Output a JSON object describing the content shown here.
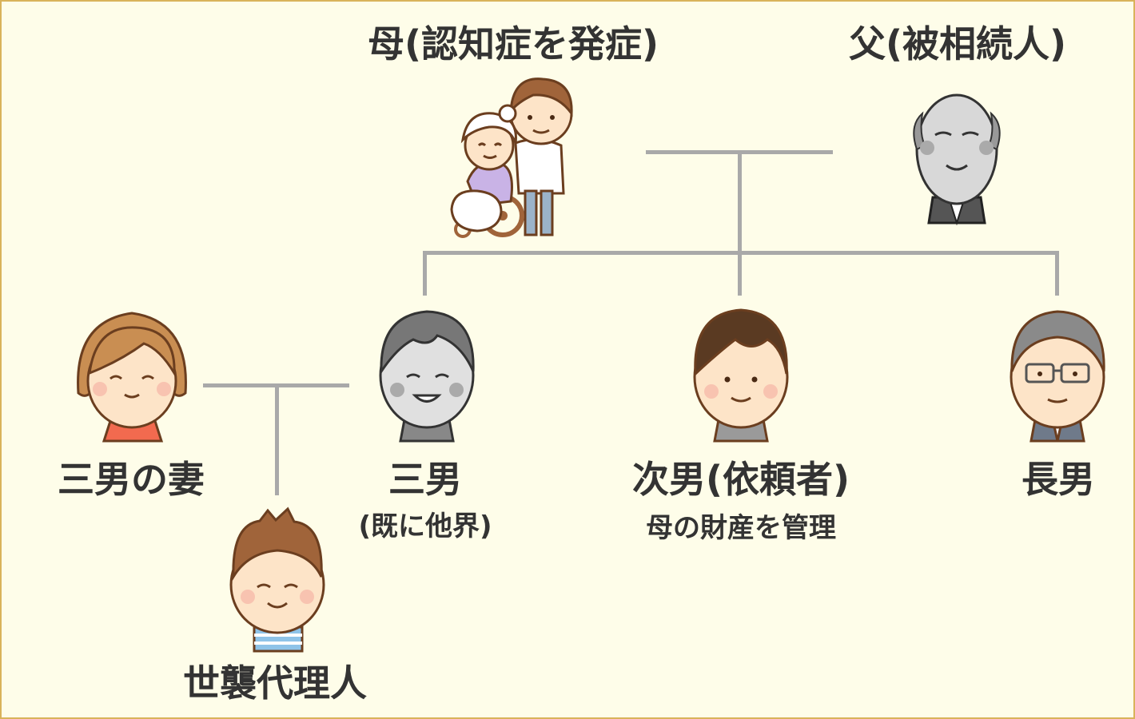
{
  "people": {
    "mother": {
      "label": "母(認知症を発症)"
    },
    "father": {
      "label": "父(被相続人)"
    },
    "third_son": {
      "label": "三男",
      "note": "(既に他界)"
    },
    "second_son": {
      "label": "次男(依頼者)",
      "note": "母の財産を管理"
    },
    "eldest_son": {
      "label": "長男"
    },
    "third_son_wife": {
      "label": "三男の妻"
    },
    "heir_by_representation": {
      "label": "世襲代理人"
    }
  },
  "colors": {
    "line": "#a9a9a9",
    "skin": "#fde4c8",
    "outline": "#6b3e1f",
    "background": "#fefde9",
    "border": "#d9b35a"
  }
}
